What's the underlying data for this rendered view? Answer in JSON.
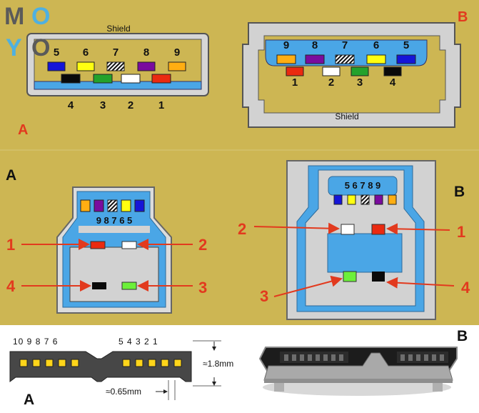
{
  "logo": {
    "letters": [
      "M",
      "O",
      "Y",
      "O"
    ],
    "colors": [
      "#5a5a5a",
      "#4fb0e0",
      "#4fb0e0",
      "#5a5a5a"
    ]
  },
  "colors": {
    "background": "#cdb653",
    "photo_background": "#ffffff",
    "red_label": "#e23a1e",
    "blue_plastic": "#4aa6e6",
    "shield_gray": "#d2d2d2"
  },
  "top_left": {
    "label": "A",
    "shield": "Shield",
    "top_numbers": [
      "5",
      "6",
      "7",
      "8",
      "9"
    ],
    "top_colors": [
      "blue",
      "yellow",
      "hatched",
      "purple",
      "orange"
    ],
    "bottom_numbers": [
      "4",
      "3",
      "2",
      "1"
    ],
    "bottom_colors": [
      "black",
      "green",
      "white",
      "red"
    ]
  },
  "top_right": {
    "label": "B",
    "shield": "Shield",
    "top_numbers": [
      "9",
      "8",
      "7",
      "6",
      "5"
    ],
    "top_colors": [
      "orange",
      "purple",
      "hatched",
      "yellow",
      "blue"
    ],
    "bottom_numbers": [
      "1",
      "2",
      "3",
      "4"
    ],
    "bottom_colors": [
      "red",
      "white",
      "green",
      "black"
    ]
  },
  "mid_left": {
    "label": "A",
    "pin_row": "9 8 7 6 5",
    "callouts": [
      "1",
      "2",
      "4",
      "3"
    ]
  },
  "mid_right": {
    "label": "B",
    "pin_row": "5 6 7 8 9",
    "callouts": [
      "2",
      "1",
      "3",
      "4"
    ]
  },
  "bottom": {
    "label_a": "A",
    "label_b": "B",
    "left_group": "10 9 8 7 6",
    "right_group": "5 4 3 2 1",
    "height_dim": "≈1.8mm",
    "pitch_dim": "≈0.65mm"
  },
  "pin_palette": {
    "blue": "#1515d8",
    "yellow": "#ffff10",
    "purple": "#7a0b9e",
    "orange": "#ffae12",
    "black": "#0a0a0a",
    "green": "#24a22c",
    "white": "#ffffff",
    "red": "#ea2a10",
    "lime": "#6cf03a"
  }
}
